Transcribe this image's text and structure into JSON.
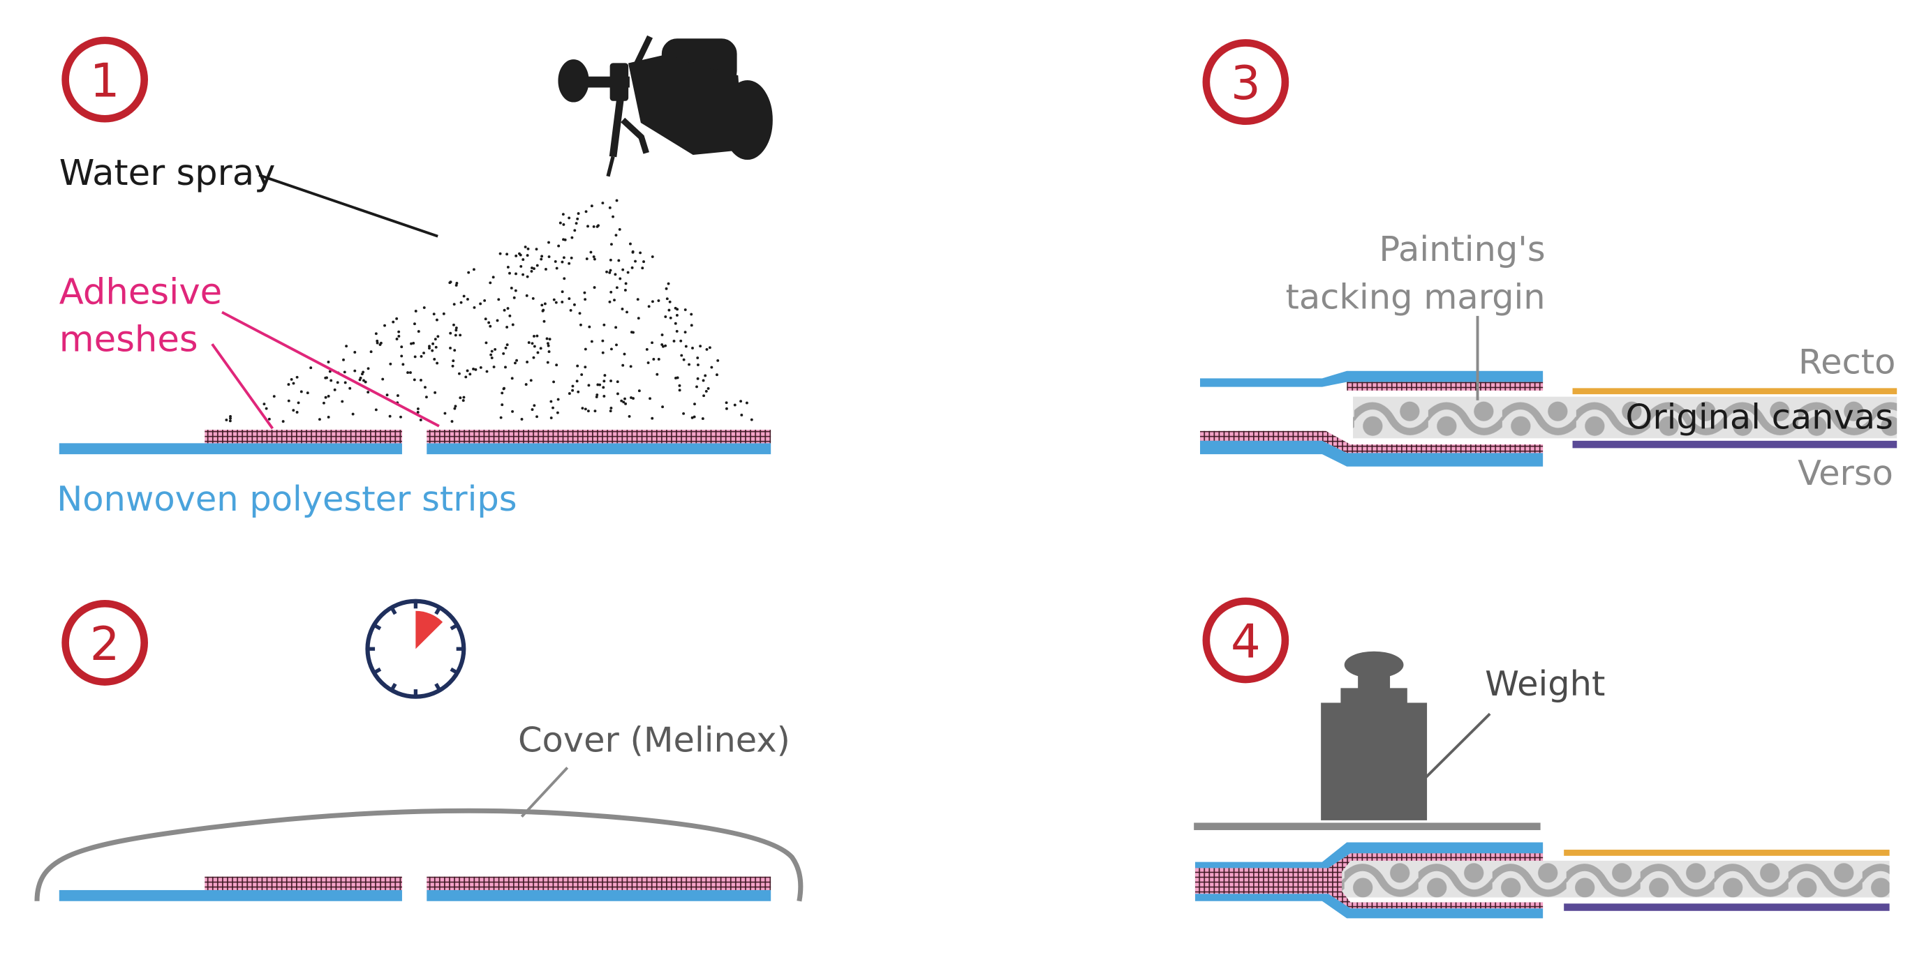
{
  "steps": [
    "1",
    "2",
    "3",
    "4"
  ],
  "panel1": {
    "water_spray": "Water spray",
    "adhesive_line1": "Adhesive",
    "adhesive_line2": "meshes",
    "nonwoven": "Nonwoven polyester strips"
  },
  "panel2": {
    "cover": "Cover (Melinex)",
    "timer_fraction": 0.125
  },
  "panel3": {
    "margin_line1": "Painting's",
    "margin_line2": "tacking margin",
    "recto": "Recto",
    "canvas": "Original canvas",
    "verso": "Verso"
  },
  "panel4": {
    "weight": "Weight"
  },
  "colors": {
    "step_red": "#c0222d",
    "strip_blue": "#4aa3dc",
    "adhesive_pink": "#e0267a",
    "mesh_dark": "#3b1520",
    "canvas_grey": "#9d9d9d",
    "recto_orange": "#e8a83a",
    "verso_purple": "#5a4a96",
    "weight_grey": "#606060",
    "timer_navy": "#1f2f5c",
    "timer_red": "#e83c3c",
    "text_grey": "#8a8a8a",
    "text_dark": "#1a1a1a"
  }
}
